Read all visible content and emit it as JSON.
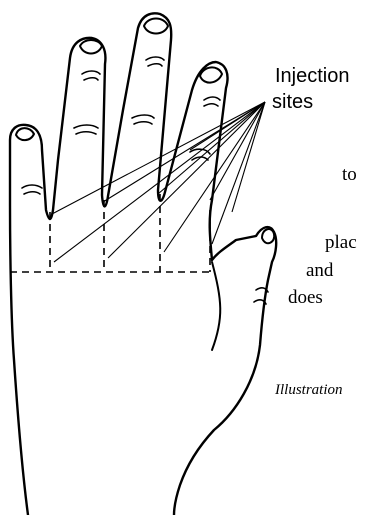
{
  "annotation": {
    "line1": "Injection",
    "line2": "sites"
  },
  "side_text": {
    "line1": "to",
    "line2": "plac",
    "line3": "and",
    "line4": "does"
  },
  "caption": "Illustration",
  "colors": {
    "ink": "#000000",
    "paper": "#ffffff"
  }
}
